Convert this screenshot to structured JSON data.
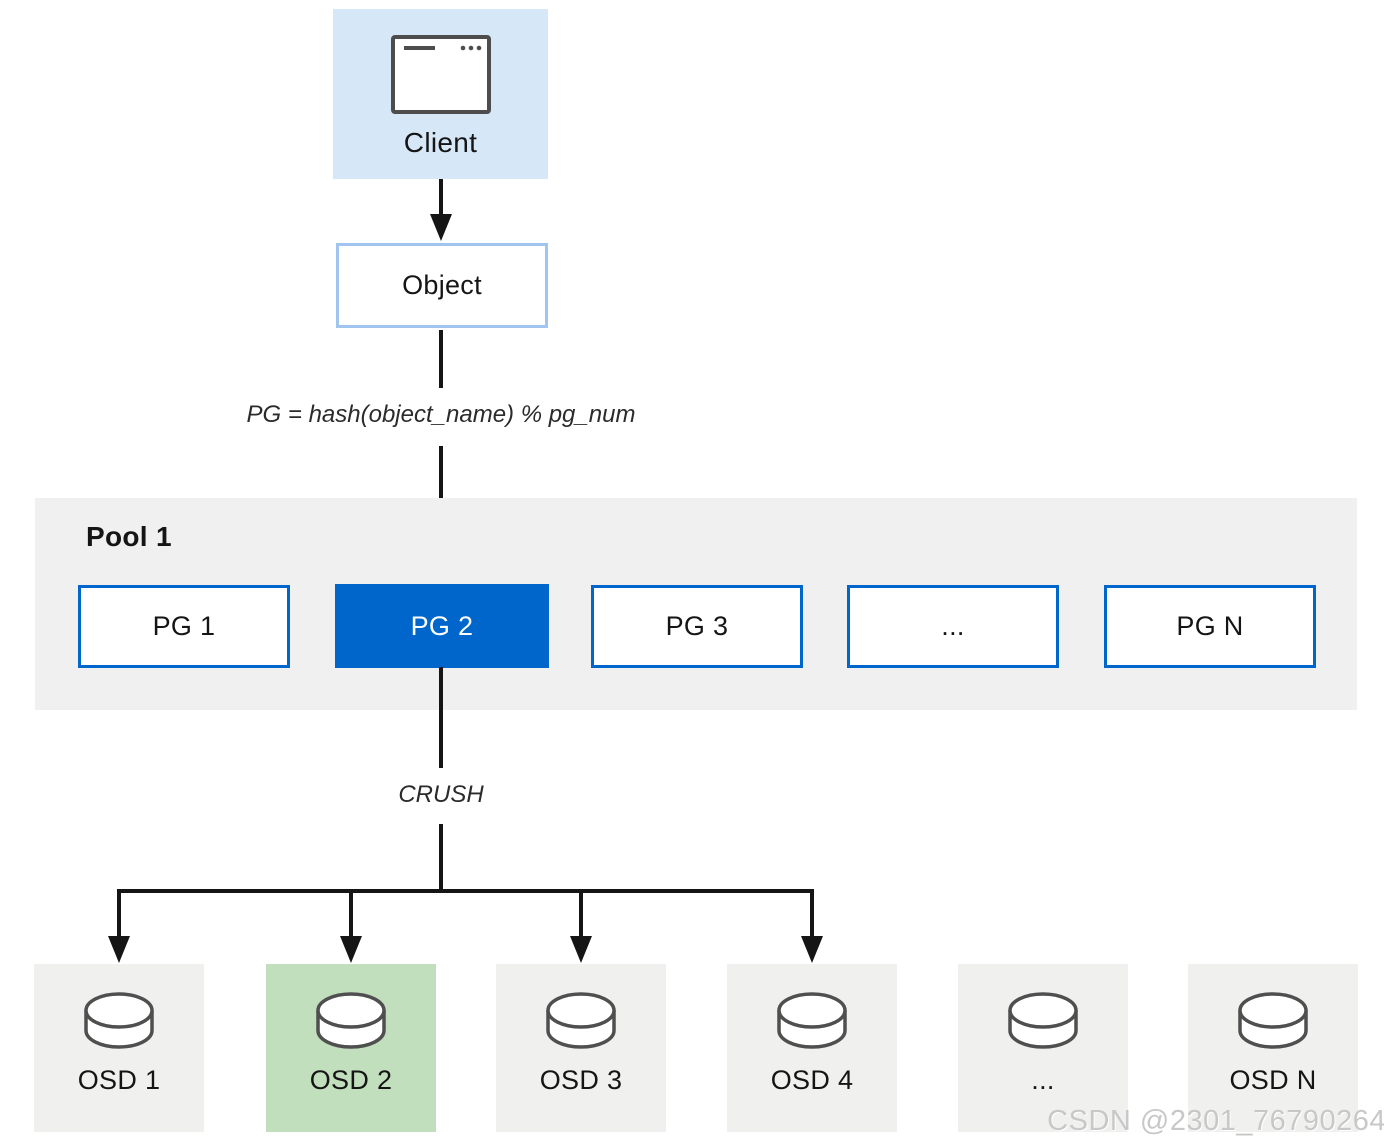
{
  "client": {
    "label": "Client"
  },
  "object": {
    "label": "Object"
  },
  "hash_formula": "PG = hash(object_name) % pg_num",
  "pool": {
    "title": "Pool 1",
    "pgs": [
      {
        "label": "PG 1",
        "highlighted": false
      },
      {
        "label": "PG 2",
        "highlighted": true
      },
      {
        "label": "PG 3",
        "highlighted": false
      },
      {
        "label": "...",
        "highlighted": false
      },
      {
        "label": "PG N",
        "highlighted": false
      }
    ]
  },
  "crush_label": "CRUSH",
  "osds": [
    {
      "label": "OSD 1",
      "highlighted": false,
      "arrow_target": true
    },
    {
      "label": "OSD 2",
      "highlighted": true,
      "arrow_target": true
    },
    {
      "label": "OSD 3",
      "highlighted": false,
      "arrow_target": true
    },
    {
      "label": "OSD 4",
      "highlighted": false,
      "arrow_target": true
    },
    {
      "label": "...",
      "highlighted": false,
      "arrow_target": false
    },
    {
      "label": "OSD N",
      "highlighted": false,
      "arrow_target": false
    }
  ],
  "watermark": "CSDN @2301_76790264",
  "colors": {
    "client_bg": "#d6e7f8",
    "object_border": "#a2c5ef",
    "pg_blue": "#0066cc",
    "pool_bg": "#f0f0f0",
    "osd_bg": "#f0f0ef",
    "osd_highlight_bg": "#c1dfbc",
    "line": "#151515",
    "watermark_gray": "#c8c8c8"
  }
}
